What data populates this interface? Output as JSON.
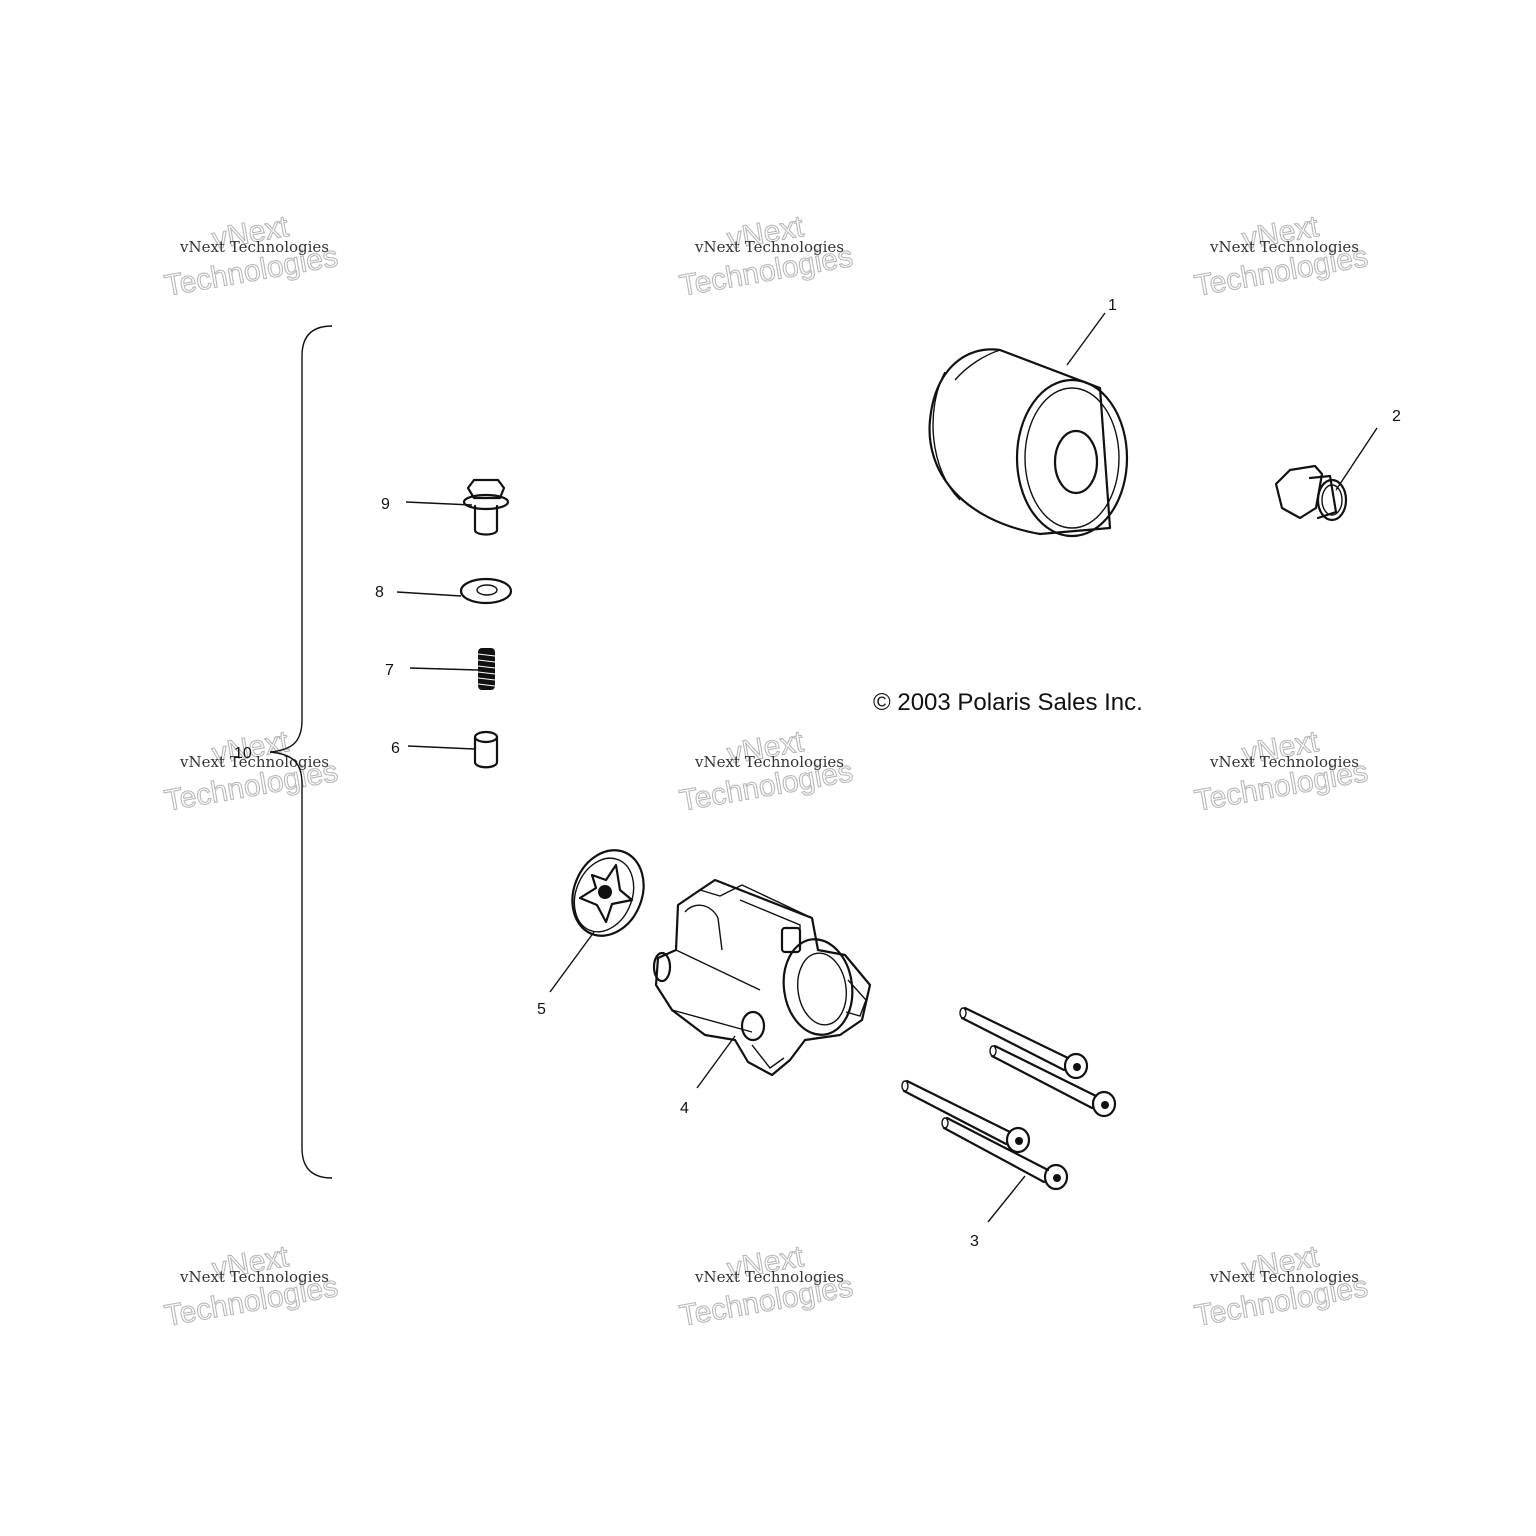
{
  "copyright": "© 2003 Polaris Sales Inc.",
  "watermark": {
    "line_small": "vNext Technologies",
    "big_top": "vNext",
    "big_bottom": "Technologies"
  },
  "callouts": {
    "c1": "1",
    "c2": "2",
    "c3": "3",
    "c4": "4",
    "c5": "5",
    "c6": "6",
    "c7": "7",
    "c8": "8",
    "c9": "9",
    "c10": "10"
  }
}
